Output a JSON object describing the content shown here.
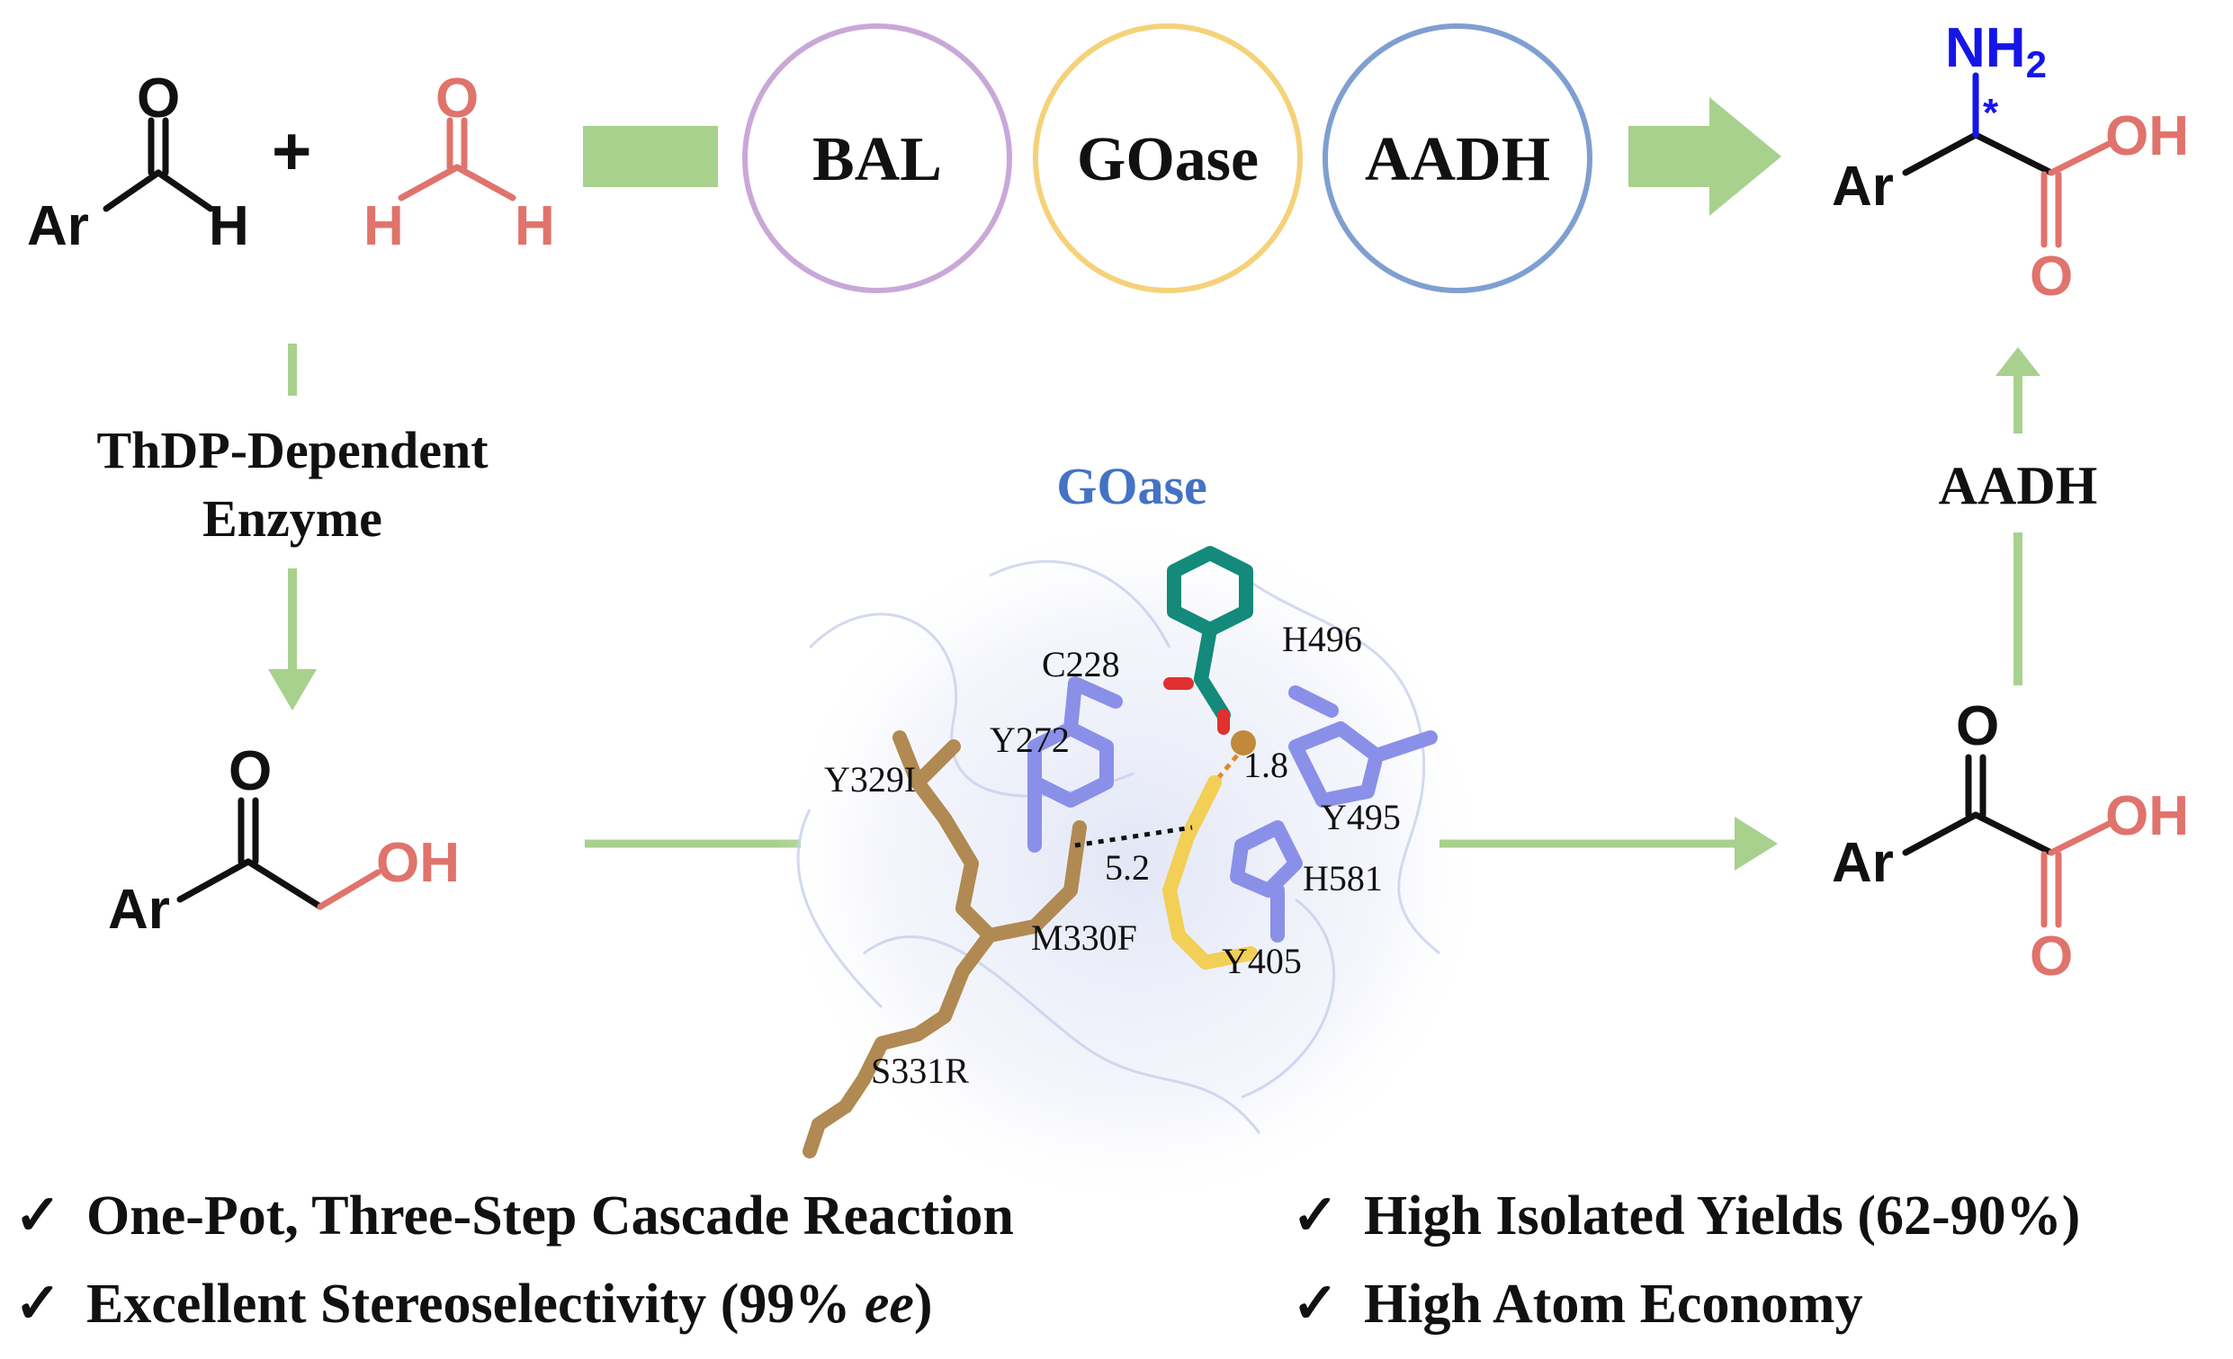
{
  "atoms": {
    "ar": "Ar",
    "o": "O",
    "h": "H",
    "oh": "OH",
    "nh": "NH",
    "sub2": "2",
    "star": "*"
  },
  "operators": {
    "plus": "+"
  },
  "enzymes": {
    "bal": "BAL",
    "goase": "GOase",
    "aadh": "AADH"
  },
  "steps": {
    "thdp_line1": "ThDP-Dependent",
    "thdp_line2": "Enzyme",
    "aadh": "AADH"
  },
  "structure": {
    "title": "GOase",
    "residues": [
      "C228",
      "H496",
      "Y272",
      "1.8",
      "Y329I",
      "Y495",
      "5.2",
      "H581",
      "M330F",
      "Y405",
      "S331R"
    ]
  },
  "bullets": {
    "b1": "One-Pot, Three-Step Cascade Reaction",
    "b2_pre": "Excellent Stereoselectivity (99% ",
    "b2_em": "ee",
    "b2_post": ")",
    "b3": "High Isolated Yields (62-90%)",
    "b4": "High Atom Economy",
    "check": "✓"
  },
  "colors": {
    "arrow": "#a8d18d",
    "bal_ring": "#c9a8d8",
    "goase_ring": "#f5d27a",
    "aadh_ring": "#7f9fd0",
    "red": "#e0736b",
    "blue": "#1515e8",
    "goase_title": "#4472c4"
  }
}
